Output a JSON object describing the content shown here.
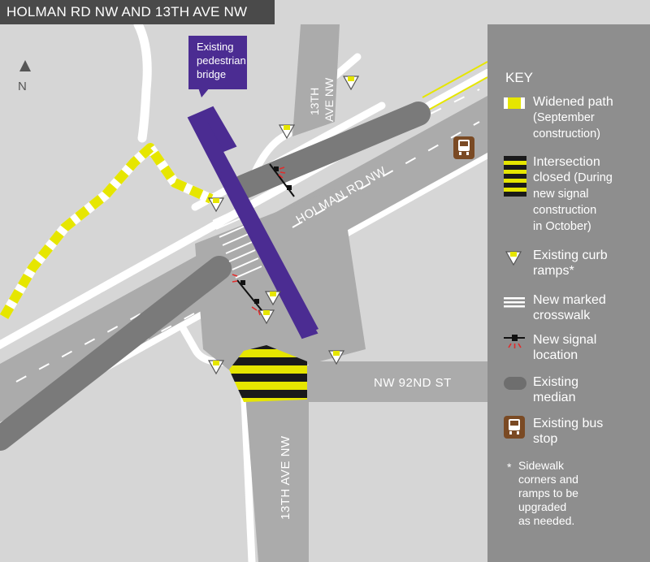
{
  "title": "HOLMAN RD NW AND 13TH AVE NW",
  "north": "N",
  "callout": {
    "line1": "Existing",
    "line2": "pedestrian",
    "line3": "bridge"
  },
  "streets": {
    "holman": "HOLMAN RD NW",
    "thirteenth_north_1": "13TH",
    "thirteenth_north_2": "AVE NW",
    "thirteenth_south": "13TH AVE NW",
    "nw92": "NW 92ND ST"
  },
  "key": {
    "title": "KEY",
    "widened_path": "Widened path",
    "widened_path_sub": "(September\nconstruction)",
    "intersection_closed": "Intersection\nclosed",
    "intersection_closed_sub": " (During\nnew signal\nconstruction\nin October)",
    "curb_ramps": "Existing curb\nramps*",
    "crosswalk": "New marked\ncrosswalk",
    "signal": "New signal\nlocation",
    "median": "Existing\nmedian",
    "bus_stop": "Existing bus\nstop",
    "note_star": "*",
    "note": "Sidewalk\ncorners and\nramps to be\nupgraded\nas needed."
  },
  "colors": {
    "path_yellow": "#e6e600",
    "bridge_purple": "#4b2c92",
    "title_bar": "#4a4a4a",
    "key_panel": "#8e8e8e",
    "median": "#7a7a7a",
    "bus_stop_brown": "#7a4a24",
    "signal_red": "#e22b2b"
  },
  "icons": [
    "north-arrow-icon",
    "curb-ramp-icon",
    "signal-icon",
    "bus-stop-icon"
  ]
}
